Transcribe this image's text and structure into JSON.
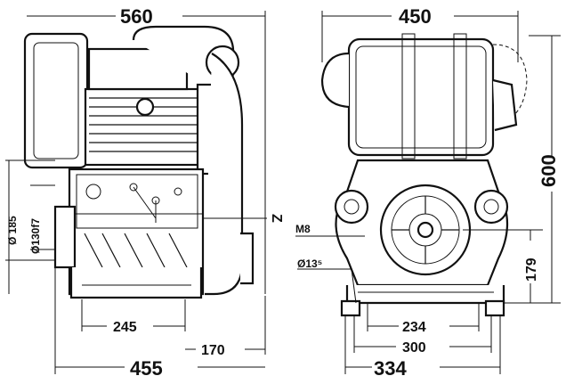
{
  "side_view": {
    "top_width": "560",
    "base_length": "455",
    "mount_spacing": "245",
    "flywheel_offset": "170",
    "shaft_diameter": "Ø 185",
    "shaft_diameter_2": "Ø130f7",
    "arrow_label": "Z"
  },
  "front_view": {
    "top_width": "450",
    "height": "600",
    "shaft_height": "179",
    "thread_label": "M8",
    "hole_diameter": "Ø13⁵",
    "inner_spacing": "234",
    "middle_spacing": "300",
    "outer_spacing": "334"
  }
}
